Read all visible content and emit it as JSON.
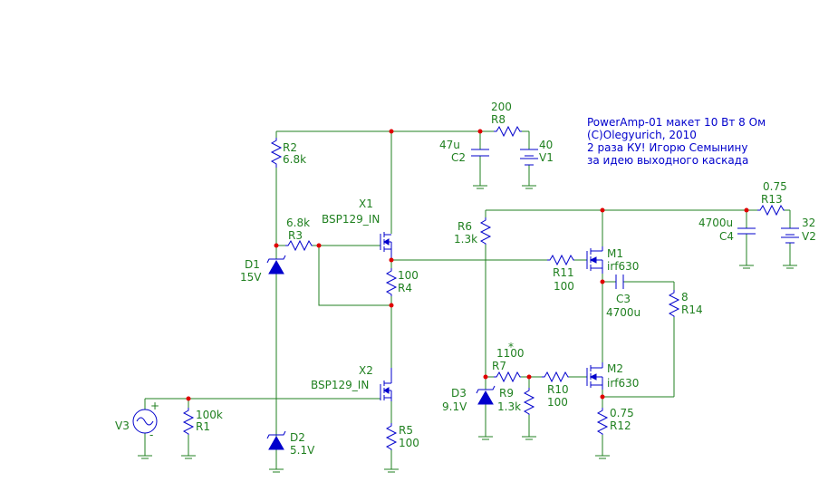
{
  "note": {
    "line1": "PowerAmp-01 макет 10 Вт 8 Ом",
    "line2": "(C)Olegyurich, 2010",
    "line3": "2 раза КУ! Игорю Семынину",
    "line4": "за идею выходного каскада"
  },
  "parts": {
    "R2": {
      "name": "R2",
      "value": "6.8k"
    },
    "R3": {
      "name": "R3",
      "value": "6.8k"
    },
    "R4": {
      "name": "R4",
      "value": "100"
    },
    "R5": {
      "name": "R5",
      "value": "100"
    },
    "R1": {
      "name": "R1",
      "value": "100k"
    },
    "R8": {
      "name": "R8",
      "value": "200"
    },
    "R6": {
      "name": "R6",
      "value": "1.3k"
    },
    "R11": {
      "name": "R11",
      "value": "100"
    },
    "R7": {
      "name": "R7",
      "value": "1100",
      "mark": "*"
    },
    "R9": {
      "name": "R9",
      "value": "1.3k"
    },
    "R10": {
      "name": "R10",
      "value": "100"
    },
    "R12": {
      "name": "R12",
      "value": "0.75"
    },
    "R13": {
      "name": "R13",
      "value": "0.75"
    },
    "R14": {
      "name": "R14",
      "value": "8"
    },
    "C2": {
      "name": "C2",
      "value": "47u"
    },
    "C3": {
      "name": "C3",
      "value": "4700u"
    },
    "C4": {
      "name": "C4",
      "value": "4700u"
    },
    "V1": {
      "name": "V1",
      "value": "40"
    },
    "V2": {
      "name": "V2",
      "value": "32"
    },
    "V3": {
      "name": "V3",
      "plus": "+",
      "minus": "-"
    },
    "X1": {
      "name": "X1",
      "model": "BSP129_IN"
    },
    "X2": {
      "name": "X2",
      "model": "BSP129_IN"
    },
    "M1": {
      "name": "M1",
      "model": "irf630"
    },
    "M2": {
      "name": "M2",
      "model": "irf630"
    },
    "D1": {
      "name": "D1",
      "value": "15V"
    },
    "D2": {
      "name": "D2",
      "value": "5.1V"
    },
    "D3": {
      "name": "D3",
      "value": "9.1V"
    }
  },
  "colors": {
    "wire": "#208020",
    "component": "#0000cc",
    "node": "#e00000",
    "label": "#208020",
    "note": "#0000cc"
  }
}
